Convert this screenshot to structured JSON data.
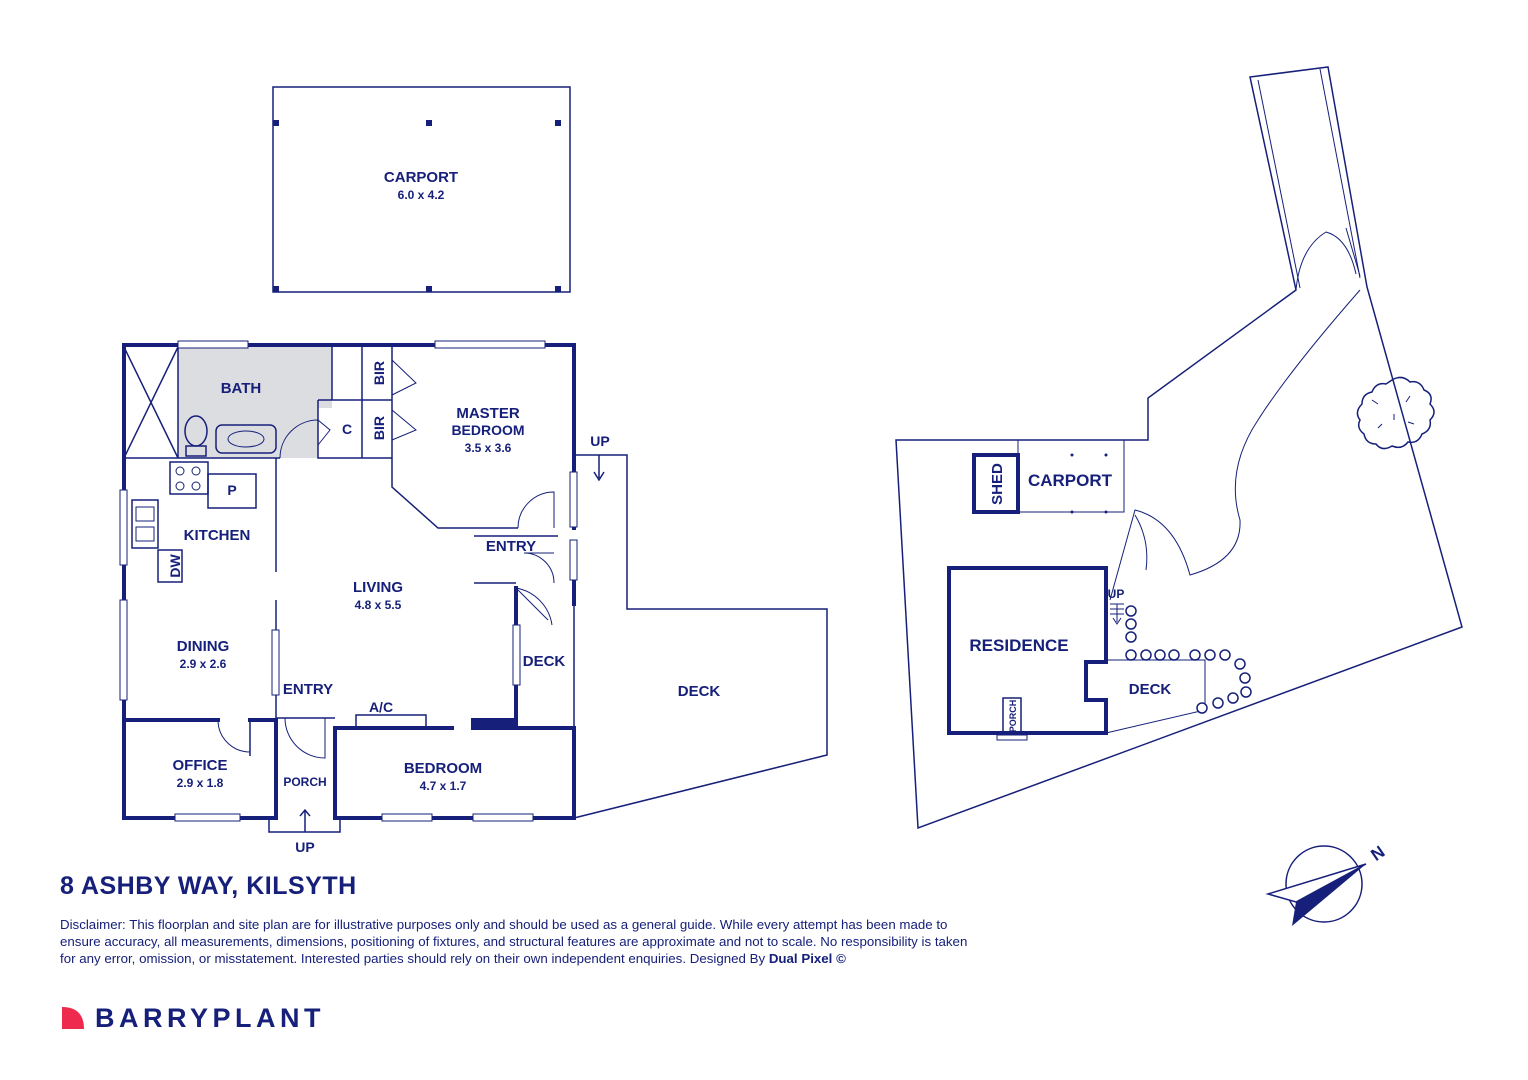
{
  "floorplan": {
    "carport": {
      "name": "CARPORT",
      "size": "6.0 x 4.2"
    },
    "bath": "BATH",
    "bir_1": "BIR",
    "bir_2": "BIR",
    "cupboard": "C",
    "master_bedroom": {
      "name": "MASTER",
      "name_2": "BEDROOM",
      "size": "3.5 x 3.6"
    },
    "pantry": "P",
    "kitchen": "KITCHEN",
    "dishwasher": "DW",
    "living": {
      "name": "LIVING",
      "size": "4.8 x 5.5"
    },
    "dining": {
      "name": "DINING",
      "size": "2.9 x 2.6"
    },
    "entry_side": "ENTRY",
    "entry_front": "ENTRY",
    "deck_small": "DECK",
    "deck_large": "DECK",
    "air_con": "A/C",
    "office": {
      "name": "OFFICE",
      "size": "2.9 x 1.8"
    },
    "porch": "PORCH",
    "bedroom": {
      "name": "BEDROOM",
      "size": "4.7 x 1.7"
    },
    "up_deck": "UP",
    "up_porch": "UP"
  },
  "siteplan": {
    "shed": "SHED",
    "carport": "CARPORT",
    "residence": "RESIDENCE",
    "porch": "PORCH",
    "deck": "DECK",
    "up": "UP",
    "compass": "N"
  },
  "address": "8 ASHBY WAY, KILSYTH",
  "disclaimer": {
    "text": "Disclaimer: This floorplan and site plan are for illustrative purposes only and should be used as a general guide. While every attempt has been made to ensure accuracy, all measurements, dimensions, positioning of fixtures, and structural features are approximate and not to scale. No responsibility is taken for any error, omission, or misstatement. Interested parties should rely on their own independent enquiries. Designed By",
    "designer": "Dual Pixel ©"
  },
  "brand": {
    "name": "BARRYPLANT"
  },
  "colors": {
    "ink": "#16207a",
    "bath_fill": "#dcdde1",
    "brand_red": "#ee2b4f"
  }
}
